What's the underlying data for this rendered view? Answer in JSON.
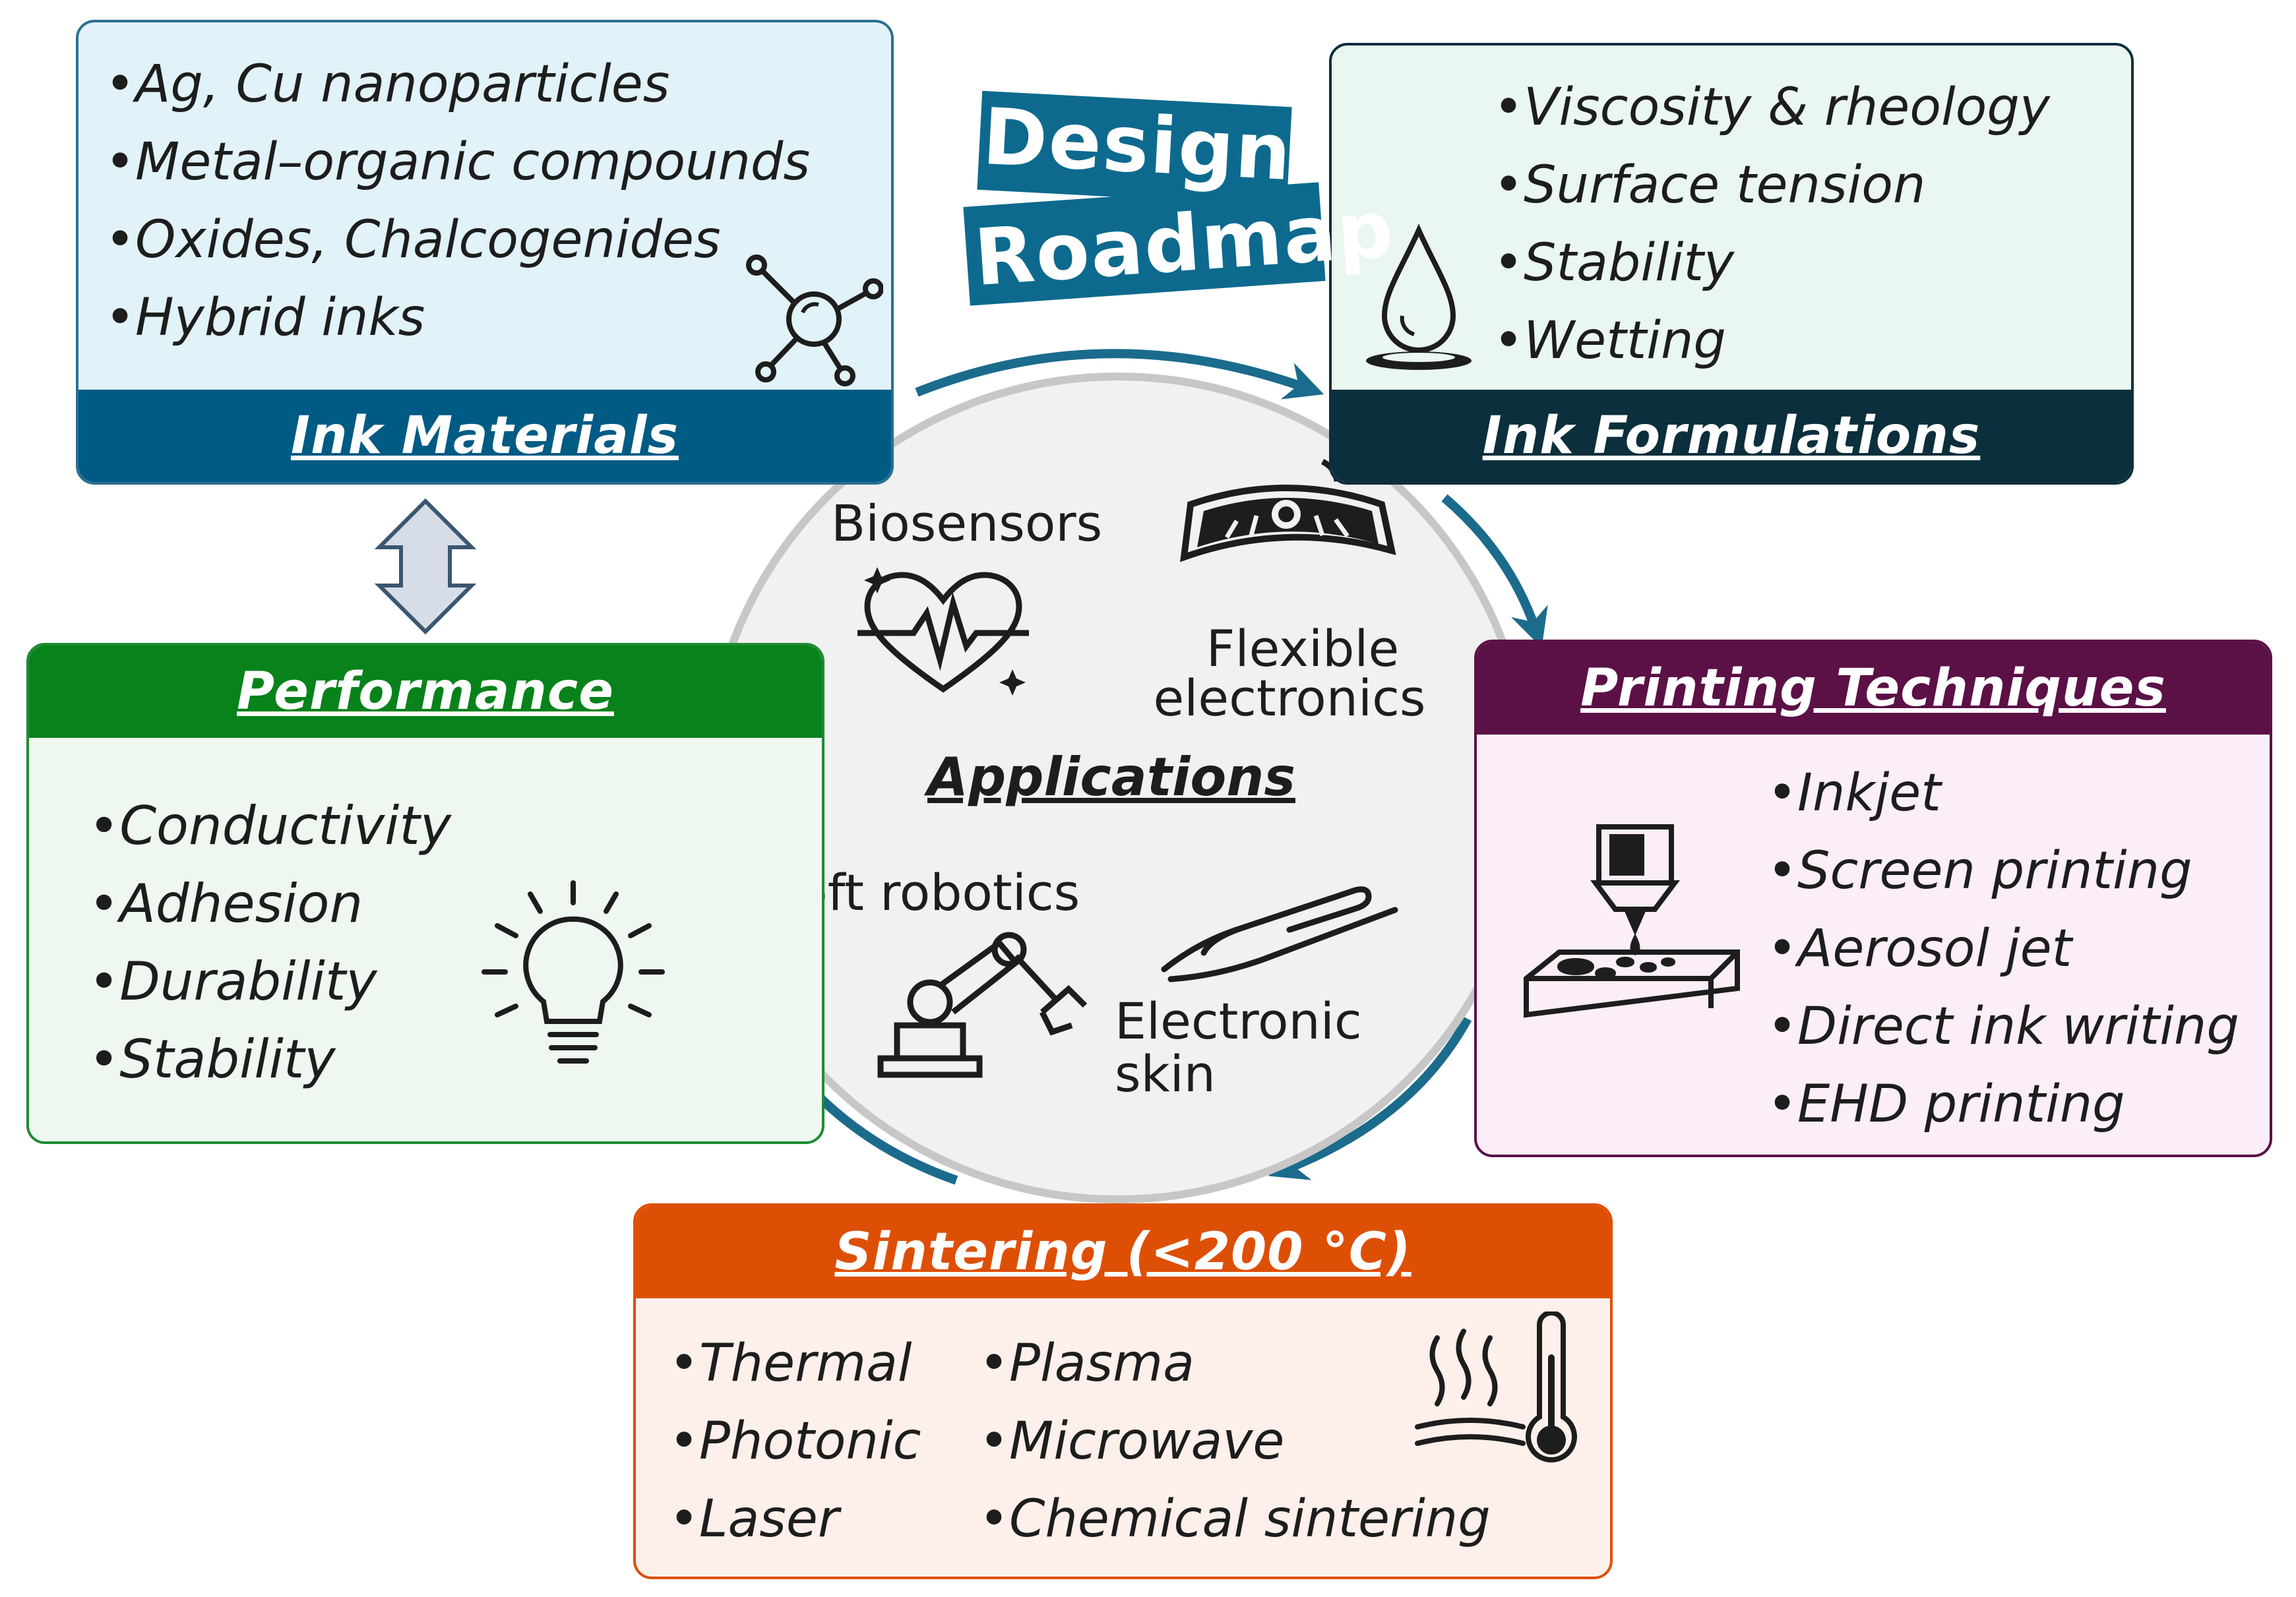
{
  "roadmap": {
    "line1": "Design",
    "line2": "Roadmap"
  },
  "ink_materials": {
    "title": "Ink Materials",
    "items": [
      "Ag, Cu nanoparticles",
      "Metal–organic compounds",
      "Oxides, Chalcogenides",
      "Hybrid inks"
    ],
    "icon": "molecule-icon"
  },
  "ink_formulations": {
    "title": "Ink Formulations",
    "items": [
      "Viscosity & rheology",
      "Surface tension",
      "Stability",
      "Wetting"
    ],
    "icon": "droplet-icon"
  },
  "printing_techniques": {
    "title": "Printing Techniques",
    "items": [
      "Inkjet",
      "Screen printing",
      "Aerosol jet",
      "Direct ink writing",
      "EHD printing"
    ],
    "icon": "printer-nozzle-icon"
  },
  "sintering": {
    "title": "Sintering (<200 °C)",
    "col1": [
      "Thermal",
      "Photonic",
      "Laser"
    ],
    "col2": [
      "Plasma",
      "Microwave",
      "Chemical sintering"
    ],
    "icon": "heat-thermometer-icon"
  },
  "performance": {
    "title": "Performance",
    "items": [
      "Conductivity",
      "Adhesion",
      "Durability",
      "Stability"
    ],
    "icon": "lightbulb-icon"
  },
  "applications": {
    "title": "Applications",
    "biosensors": "Biosensors",
    "flexible_line1": "Flexible",
    "flexible_line2": "electronics",
    "soft_robotics": "Soft robotics",
    "eskin_line1": "Electronic",
    "eskin_line2": "skin"
  },
  "colors": {
    "ink_materials_header": "#005b84",
    "ink_materials_bg": "#e1f2f9",
    "ink_formulations_header": "#0b2f3c",
    "ink_formulations_bg": "#eaf7f0",
    "printing_header": "#5b1046",
    "printing_bg": "#fbeef8",
    "sintering_header": "#de4f06",
    "sintering_bg": "#fdf0ea",
    "performance_header": "#08821a",
    "performance_bg": "#eef8f0",
    "arrow": "#1b6b8c",
    "circle_fill": "#f1f1f1",
    "circle_stroke": "#c7c7c7"
  }
}
